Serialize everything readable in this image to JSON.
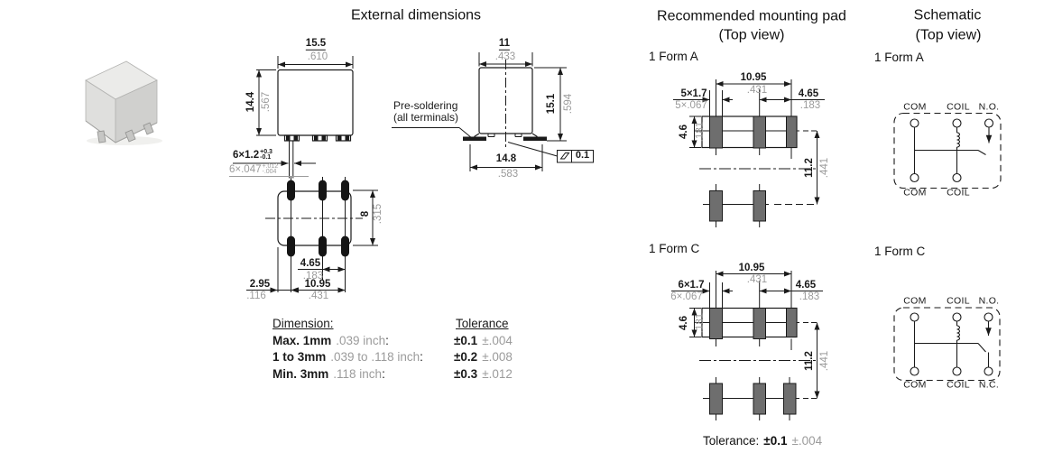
{
  "colors": {
    "line": "#1a1a1a",
    "muted_text": "#9b9b9b",
    "pad_fill": "#6e6e6e",
    "photo_body": "#dfdfdd"
  },
  "external": {
    "title": "External dimensions",
    "front_view": {
      "width_mm": "15.5",
      "width_in": ".610",
      "height_mm": "14.4",
      "height_in": ".567",
      "terminal_mm": "6×1.2",
      "terminal_mm_tol_plus": "+0.3",
      "terminal_mm_tol_minus": "-0.1",
      "terminal_in": "6×.047",
      "terminal_in_tol_plus": "+.012",
      "terminal_in_tol_minus": "-.004"
    },
    "side_view": {
      "width_mm": "11",
      "width_in": ".433",
      "height_mm": "15.1",
      "height_in": ".594",
      "base_mm": "14.8",
      "base_in": ".583",
      "presolder_line1": "Pre-soldering",
      "presolder_line2": "(all terminals)",
      "flatness_value": "0.1",
      "flatness_icon": "parallelogram"
    },
    "bottom_view": {
      "pin_pitch_mm": "4.65",
      "pin_pitch_in": ".183",
      "edge_mm": "2.95",
      "edge_in": ".116",
      "span_mm": "10.95",
      "span_in": ".431",
      "row_mm": "8",
      "row_in": ".315"
    },
    "tolerance_table": {
      "dimension_header": "Dimension:",
      "tolerance_header": "Tolerance",
      "rows": [
        {
          "mm": "Max. 1mm",
          "inch": ".039 inch",
          "colon": ":",
          "tol_mm": "±0.1",
          "tol_in": "±.004"
        },
        {
          "mm": "1 to 3mm",
          "inch": ".039 to .118 inch",
          "colon": ":",
          "tol_mm": "±0.2",
          "tol_in": "±.008"
        },
        {
          "mm": "Min. 3mm",
          "inch": ".118 inch",
          "colon": ":",
          "tol_mm": "±0.3",
          "tol_in": "±.012"
        }
      ]
    }
  },
  "mounting_pad": {
    "title_line1": "Recommended mounting pad",
    "title_line2": "(Top view)",
    "form_a": {
      "label": "1 Form A",
      "span_mm": "10.95",
      "span_in": ".431",
      "pad_mm": "5×1.7",
      "pad_in": "5×.067",
      "pitch_mm": "4.65",
      "pitch_in": ".183",
      "pad_h_mm": "4.6",
      "pad_h_in": ".181",
      "row_mm": "11.2",
      "row_in": ".441"
    },
    "form_c": {
      "label": "1 Form C",
      "span_mm": "10.95",
      "span_in": ".431",
      "pad_mm": "6×1.7",
      "pad_in": "6×.067",
      "pitch_mm": "4.65",
      "pitch_in": ".183",
      "pad_h_mm": "4.6",
      "pad_h_in": ".181",
      "row_mm": "11.2",
      "row_in": ".441"
    },
    "tolerance_label": "Tolerance:",
    "tolerance_mm": "±0.1",
    "tolerance_in": "±.004"
  },
  "schematic": {
    "title_line1": "Schematic",
    "title_line2": "(Top view)",
    "form_a": {
      "label": "1 Form A",
      "top_labels": [
        "COM",
        "COIL",
        "N.O."
      ],
      "bottom_labels": [
        "COM",
        "COIL"
      ]
    },
    "form_c": {
      "label": "1 Form C",
      "top_labels": [
        "COM",
        "COIL",
        "N.O."
      ],
      "bottom_labels": [
        "COM",
        "COIL",
        "N.C."
      ]
    }
  }
}
